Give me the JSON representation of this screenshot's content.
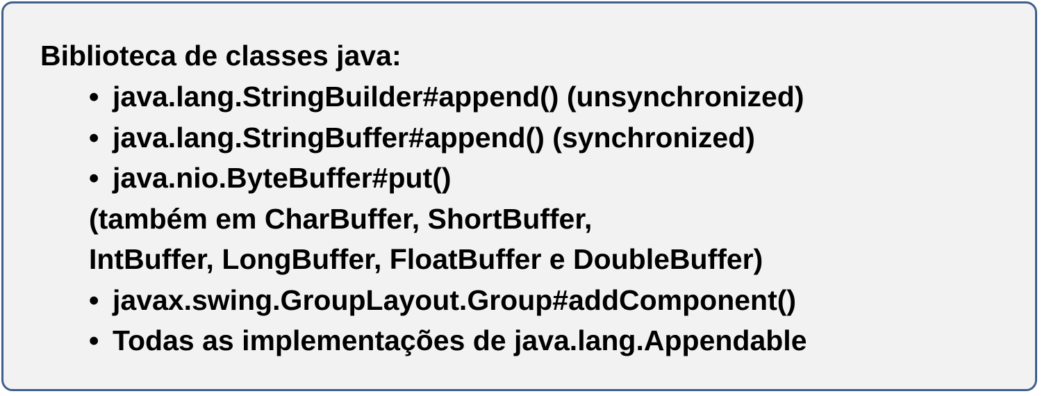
{
  "heading": "Biblioteca de classes java:",
  "bullet_glyph": "•",
  "lines": [
    {
      "bullet": true,
      "text": "java.lang.StringBuilder#append() (unsynchronized)"
    },
    {
      "bullet": true,
      "text": "java.lang.StringBuffer#append() (synchronized)"
    },
    {
      "bullet": true,
      "text": "java.nio.ByteBuffer#put()"
    },
    {
      "bullet": false,
      "text": "(também em CharBuffer, ShortBuffer,"
    },
    {
      "bullet": false,
      "text": "IntBuffer, LongBuffer, FloatBuffer e DoubleBuffer)"
    },
    {
      "bullet": true,
      "text": "javax.swing.GroupLayout.Group#addComponent()"
    },
    {
      "bullet": true,
      "text": "Todas as implementações de java.lang.Appendable"
    }
  ]
}
